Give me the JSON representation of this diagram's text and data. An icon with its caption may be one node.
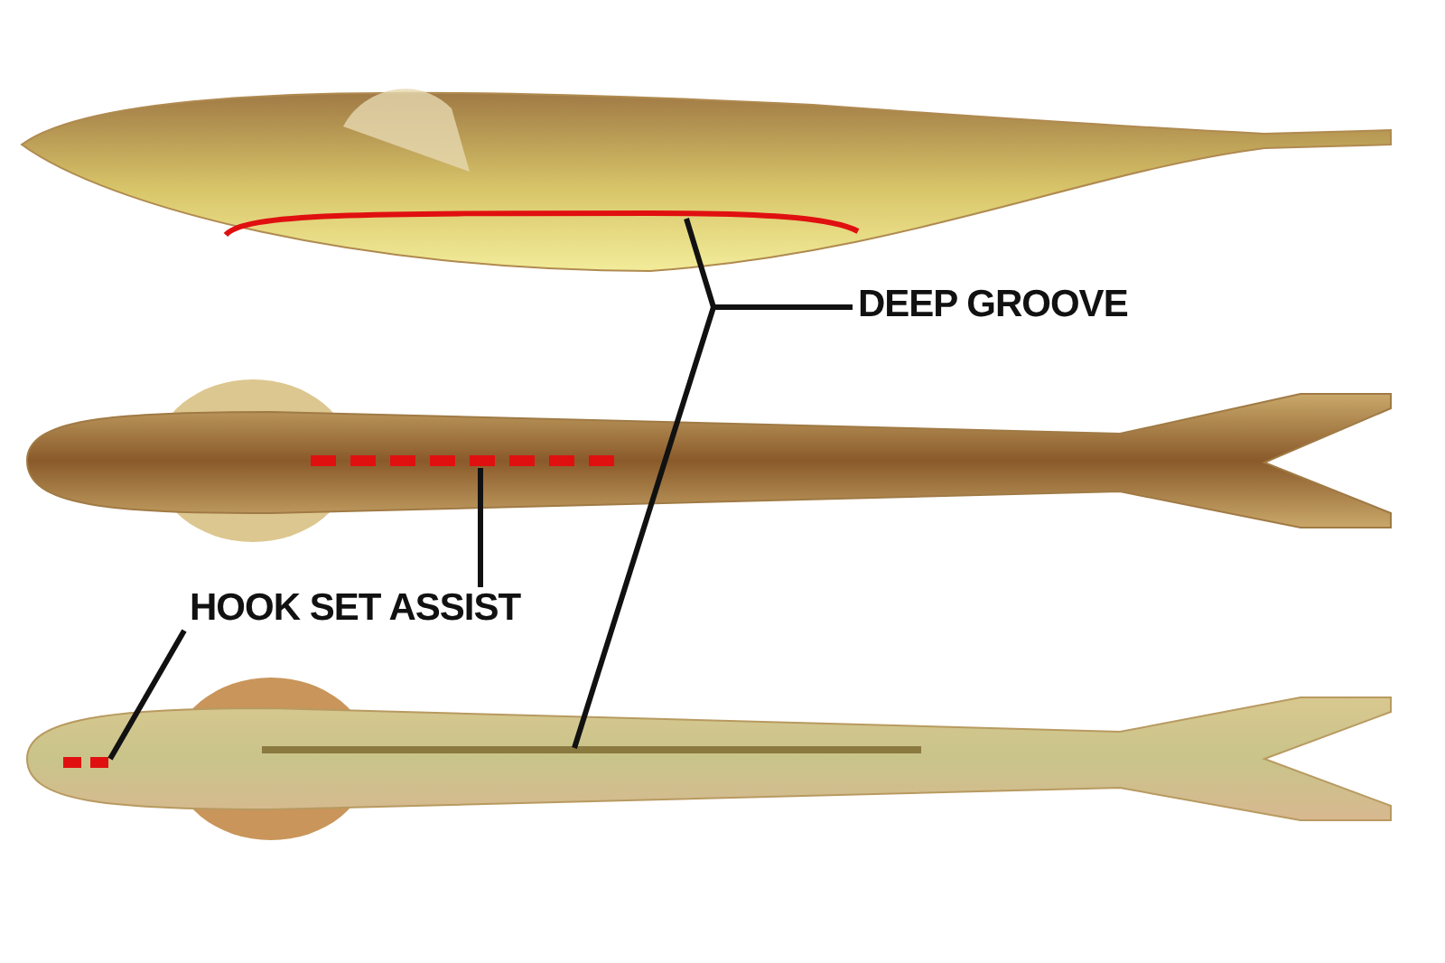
{
  "diagram": {
    "nodes": [
      {
        "text": [
          "DEEP GROOVE"
        ]
      },
      {
        "text": [
          "HOOK SET ASSIST"
        ]
      },
      {
        "text": [],
        "shape": "line"
      },
      {
        "text": [],
        "shape": "line"
      },
      {
        "text": [],
        "shape": "line"
      },
      {
        "text": [],
        "shape": "line"
      }
    ],
    "edges": [
      {
        "from": 0,
        "to": 2,
        "arrow": "none"
      },
      {
        "from": 0,
        "to": 3,
        "arrow": "none"
      },
      {
        "from": 1,
        "to": 4,
        "arrow": "none"
      },
      {
        "from": 1,
        "to": 5,
        "arrow": "none"
      }
    ]
  }
}
